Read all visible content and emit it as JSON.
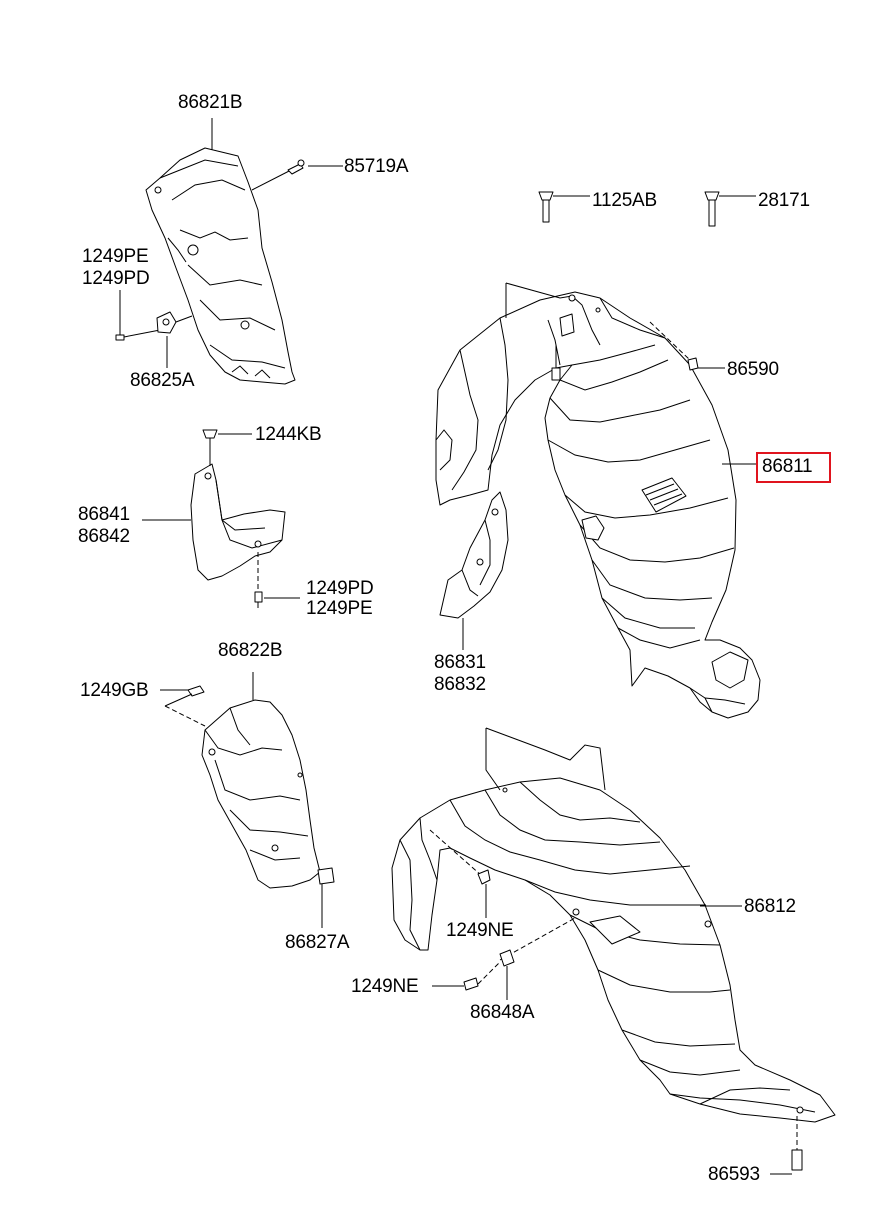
{
  "labels": {
    "p86821B": "86821B",
    "p85719A": "85719A",
    "p1249PE_a": "1249PE",
    "p1249PD_a": "1249PD",
    "p86825A": "86825A",
    "p1125AB": "1125AB",
    "p28171": "28171",
    "p86590": "86590",
    "p86811": "86811",
    "p1244KB": "1244KB",
    "p86841": "86841",
    "p86842": "86842",
    "p1249PD_b": "1249PD",
    "p1249PE_b": "1249PE",
    "p86831": "86831",
    "p86832": "86832",
    "p86822B": "86822B",
    "p1249GB": "1249GB",
    "p86827A": "86827A",
    "p86812": "86812",
    "p1249NE_a": "1249NE",
    "p1249NE_b": "1249NE",
    "p86848A": "86848A",
    "p86593": "86593"
  },
  "highlight": {
    "part": "86811",
    "color": "#e0141e"
  }
}
